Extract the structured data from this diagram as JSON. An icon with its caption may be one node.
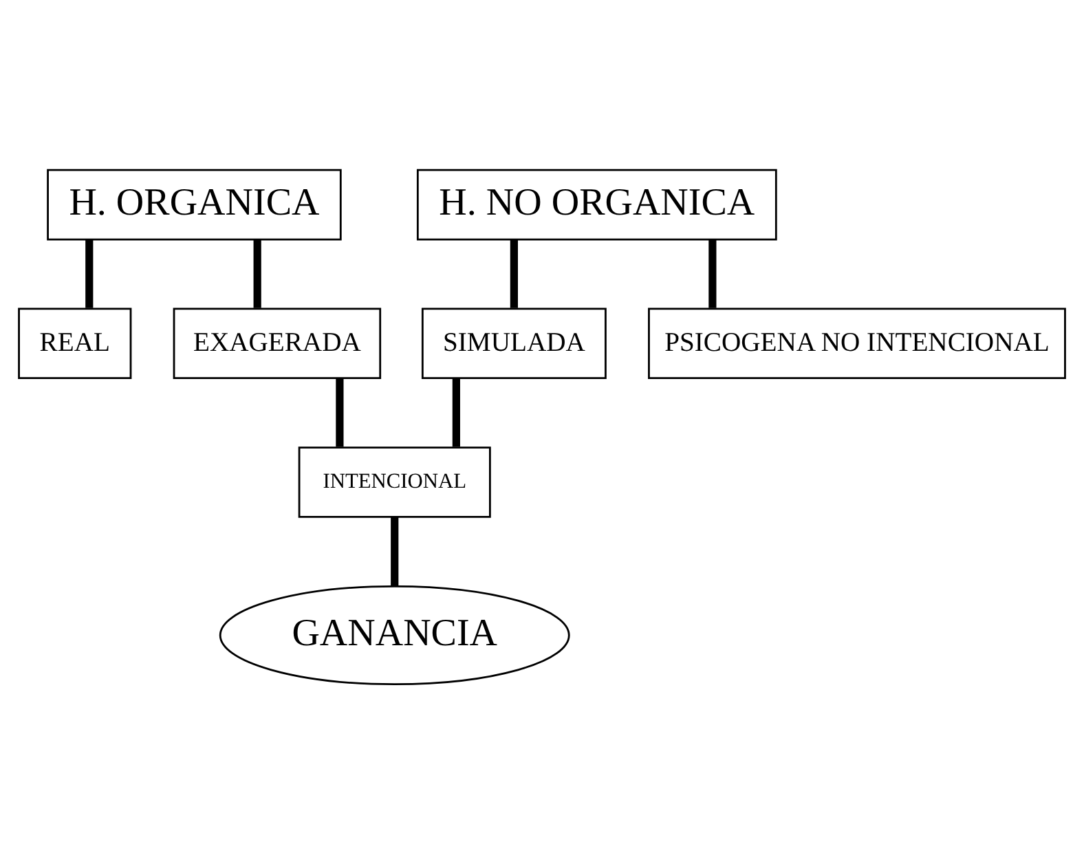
{
  "diagram": {
    "nodes": [
      {
        "text": [
          "H. ORGANICA"
        ]
      },
      {
        "text": [
          "H. NO ORGANICA"
        ]
      },
      {
        "text": [
          "REAL"
        ]
      },
      {
        "text": [
          "EXAGERADA"
        ]
      },
      {
        "text": [
          "SIMULADA"
        ]
      },
      {
        "text": [
          "PSICOGENA NO INTENCIONAL"
        ]
      },
      {
        "text": [
          "INTENCIONAL"
        ]
      },
      {
        "text": [
          "GANANCIA"
        ]
      }
    ],
    "edges": [
      {
        "from": 0,
        "to": 2,
        "arrow": "none"
      },
      {
        "from": 0,
        "to": 3,
        "arrow": "none"
      },
      {
        "from": 1,
        "to": 4,
        "arrow": "none"
      },
      {
        "from": 1,
        "to": 5,
        "arrow": "none"
      },
      {
        "from": 3,
        "to": 6,
        "arrow": "none"
      },
      {
        "from": 4,
        "to": 6,
        "arrow": "none"
      },
      {
        "from": 6,
        "to": 7,
        "arrow": "none"
      }
    ]
  }
}
